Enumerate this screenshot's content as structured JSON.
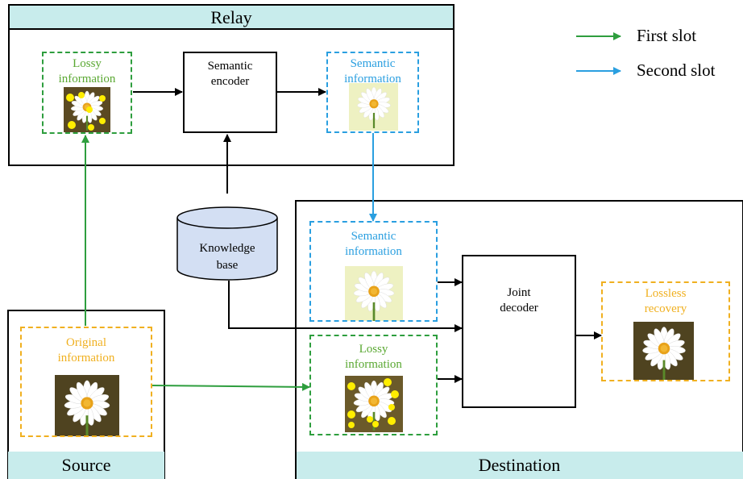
{
  "panels": {
    "relay": "Relay",
    "source": "Source",
    "destination": "Destination"
  },
  "relay": {
    "lossy_line1": "Lossy",
    "lossy_line2": "information",
    "encoder_line1": "Semantic",
    "encoder_line2": "encoder",
    "semantic_line1": "Semantic",
    "semantic_line2": "information"
  },
  "knowledge": {
    "line1": "Knowledge",
    "line2": "base"
  },
  "source": {
    "original_line1": "Original",
    "original_line2": "information"
  },
  "destination": {
    "semantic_line1": "Semantic",
    "semantic_line2": "information",
    "lossy_line1": "Lossy",
    "lossy_line2": "information",
    "decoder_line1": "Joint",
    "decoder_line2": "decoder",
    "recovery_line1": "Lossless",
    "recovery_line2": "recovery"
  },
  "legend": {
    "first": "First slot",
    "second": "Second slot"
  },
  "colors": {
    "first_slot": "#2e9e3e",
    "second_slot": "#2a9fe0",
    "panel_title_bg": "#c8ecec",
    "original": "#f0b020",
    "knowledge_base": "#d3dff3"
  },
  "icons": [
    "daisy-image-icon",
    "neural-network-icon",
    "database-cylinder-icon",
    "arrow-icon"
  ]
}
